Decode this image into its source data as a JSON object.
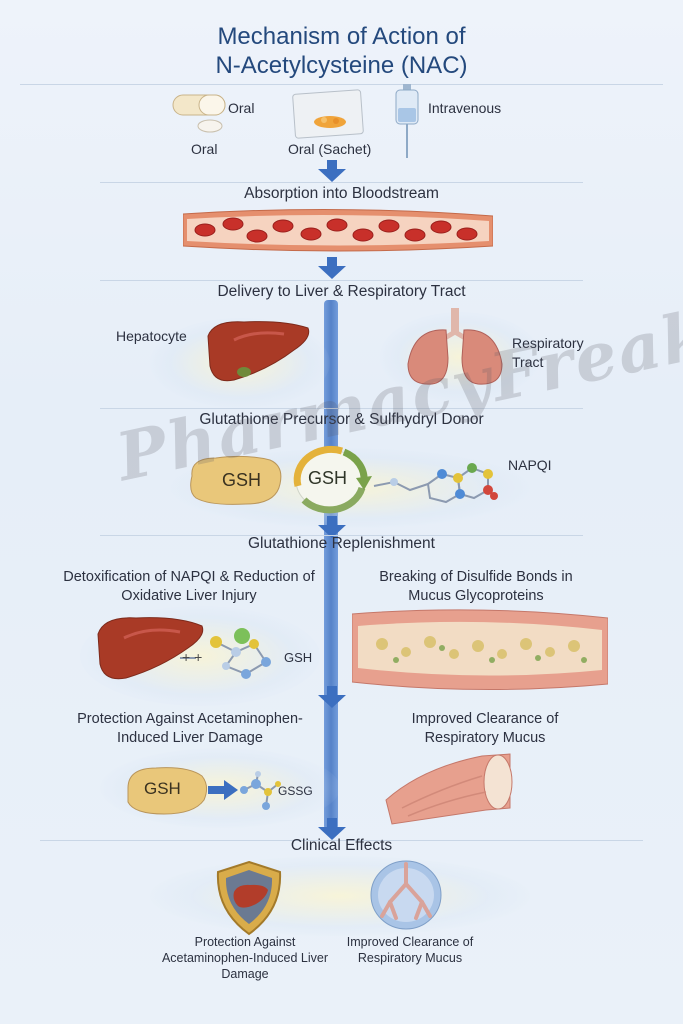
{
  "title": {
    "line1": "Mechanism of Action of",
    "line2": "N-Acetylcysteine (NAC)"
  },
  "routes": {
    "oral_capsule": "Oral",
    "oral_tablet": "Oral",
    "sachet": "Oral (Sachet)",
    "iv": "Intravenous"
  },
  "steps": {
    "absorption": "Absorption into Bloodstream",
    "delivery": "Delivery to Liver & Respiratory Tract",
    "precursor": "Glutathione Precursor & Sulfhydryl Donor",
    "replenishment": "Glutathione Replenishment",
    "clinical": "Clinical Effects"
  },
  "organs": {
    "hepatocyte": "Hepatocyte",
    "respiratory": "Respiratory Tract"
  },
  "precursor_panel": {
    "gsh_cell": "GSH",
    "gsh_cycle": "GSH",
    "napqi": "NAPQI"
  },
  "mechanisms": {
    "left_title": "Detoxification of NAPQI & Reduction of Oxidative Liver Injury",
    "right_title": "Breaking of Disulfide Bonds in Mucus Glycoproteins",
    "left_gsh_label": "GSH"
  },
  "outcomes": {
    "left_title": "Protection Against Acetaminophen-Induced Liver Damage",
    "right_title": "Improved Clearance of Respiratory Mucus",
    "gsh": "GSH",
    "gssg": "GSSG"
  },
  "effects": {
    "liver": "Protection Against Acetaminophen-Induced Liver Damage",
    "lung": "Improved Clearance of Respiratory Mucus"
  },
  "watermark": "PharmacyFreak",
  "colors": {
    "title": "#24497d",
    "arrow": "#3c6fc0",
    "blood": "#c8302a",
    "liver": "#a93a26",
    "lung": "#d98a7a",
    "gsh_cell": "#e9c77a"
  }
}
